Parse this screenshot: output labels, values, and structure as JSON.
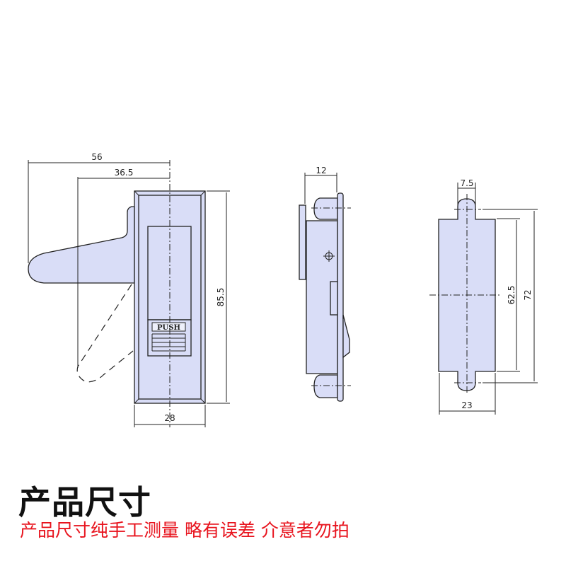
{
  "title": "产品尺寸",
  "subtitle": "产品尺寸纯手工测量 略有误差 介意者勿拍",
  "front_view": {
    "dim_total_width": "56",
    "dim_handle_offset": "36.5",
    "dim_height": "85.5",
    "dim_width": "28",
    "push_label": "PUSH"
  },
  "side_view": {
    "dim_depth": "12"
  },
  "back_view": {
    "dim_tab_width": "7.5",
    "dim_hole_pitch": "62.5",
    "dim_total_height": "72",
    "dim_width": "23"
  },
  "colors": {
    "part_fill": "#d9ddf7",
    "subtitle": "#e8141e"
  }
}
